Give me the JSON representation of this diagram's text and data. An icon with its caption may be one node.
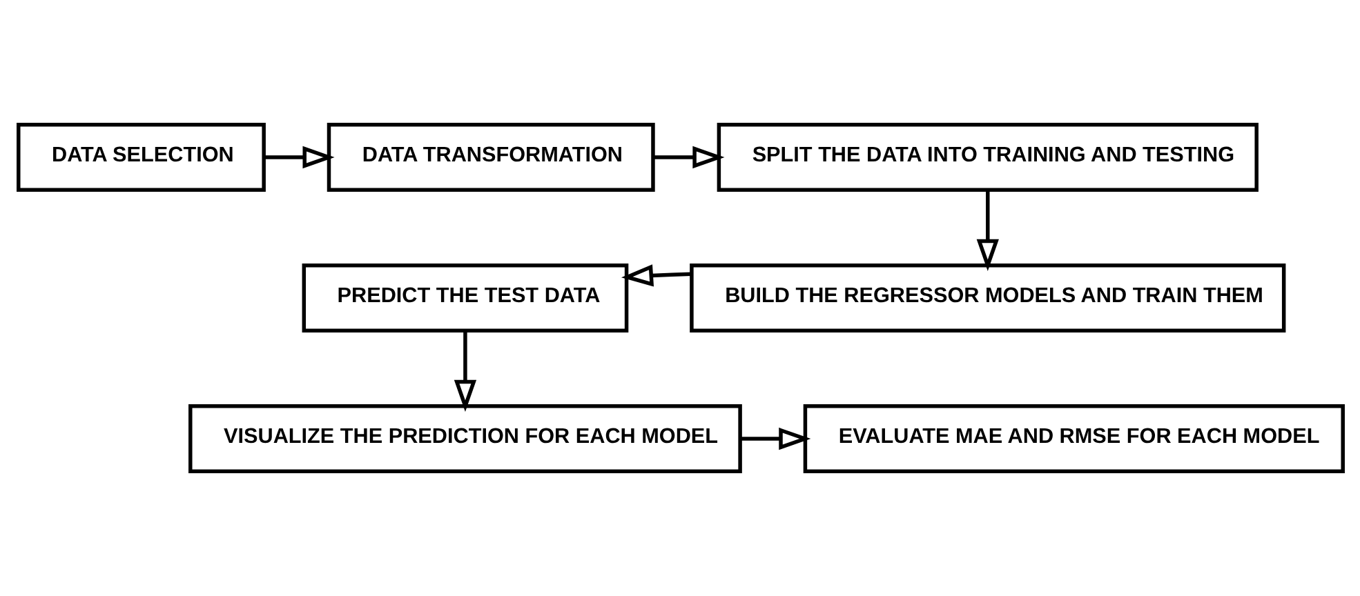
{
  "diagram": {
    "nodes": [
      {
        "text": [
          "DATA SELECTION"
        ]
      },
      {
        "text": [
          "DATA TRANSFORMATION"
        ]
      },
      {
        "text": [
          "SPLIT THE DATA INTO TRAINING AND TESTING"
        ]
      },
      {
        "text": [
          "BUILD THE REGRESSOR MODELS AND TRAIN THEM"
        ]
      },
      {
        "text": [
          "PREDICT THE TEST DATA"
        ]
      },
      {
        "text": [
          "VISUALIZE THE PREDICTION FOR EACH MODEL"
        ]
      },
      {
        "text": [
          "EVALUATE MAE AND RMSE FOR EACH MODEL"
        ]
      }
    ],
    "edges": [
      {
        "from": 0,
        "to": 1,
        "arrow": "to"
      },
      {
        "from": 1,
        "to": 2,
        "arrow": "to"
      },
      {
        "from": 2,
        "to": 3,
        "arrow": "to"
      },
      {
        "from": 3,
        "to": 4,
        "arrow": "to"
      },
      {
        "from": 4,
        "to": 5,
        "arrow": "to"
      },
      {
        "from": 5,
        "to": 6,
        "arrow": "to"
      }
    ]
  }
}
